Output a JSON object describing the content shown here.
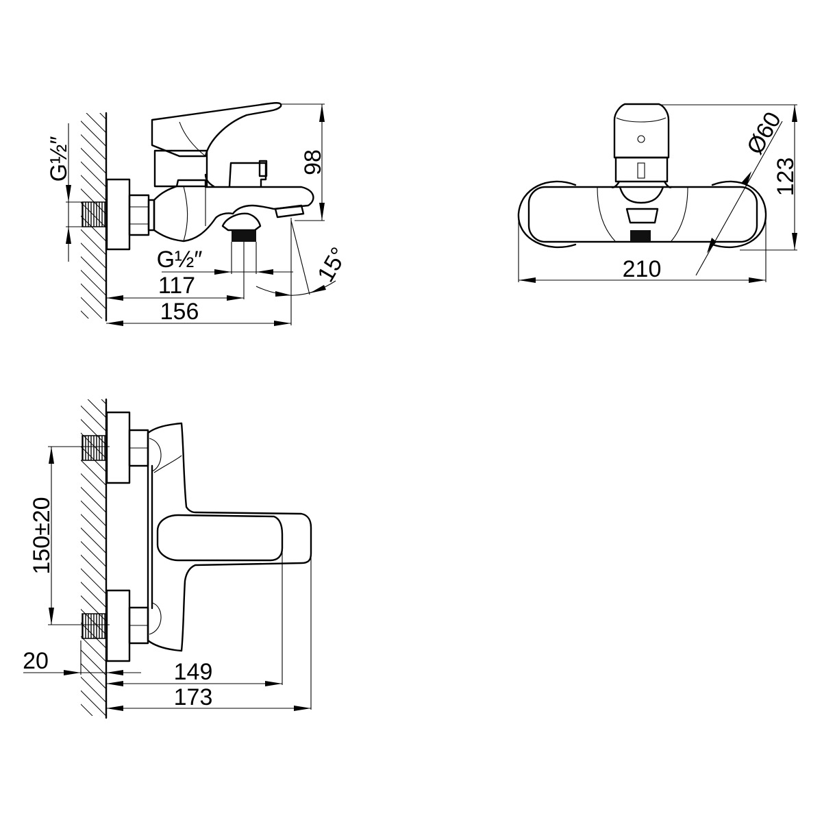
{
  "drawing": {
    "title": "Bath/shower mixer technical drawing",
    "side_view": {
      "labels": {
        "inlet_thread": "G½″",
        "outlet_thread": "G½″",
        "height": "98",
        "outlet_distance": "117",
        "spout_length": "156",
        "angle": "15°"
      }
    },
    "front_view": {
      "labels": {
        "width": "210",
        "height": "123",
        "diameter": "Ø60"
      }
    },
    "top_view": {
      "labels": {
        "inlet_spacing": "150±20",
        "eccentric_offset": "20",
        "handle_depth": "149",
        "total_depth": "173"
      }
    }
  }
}
